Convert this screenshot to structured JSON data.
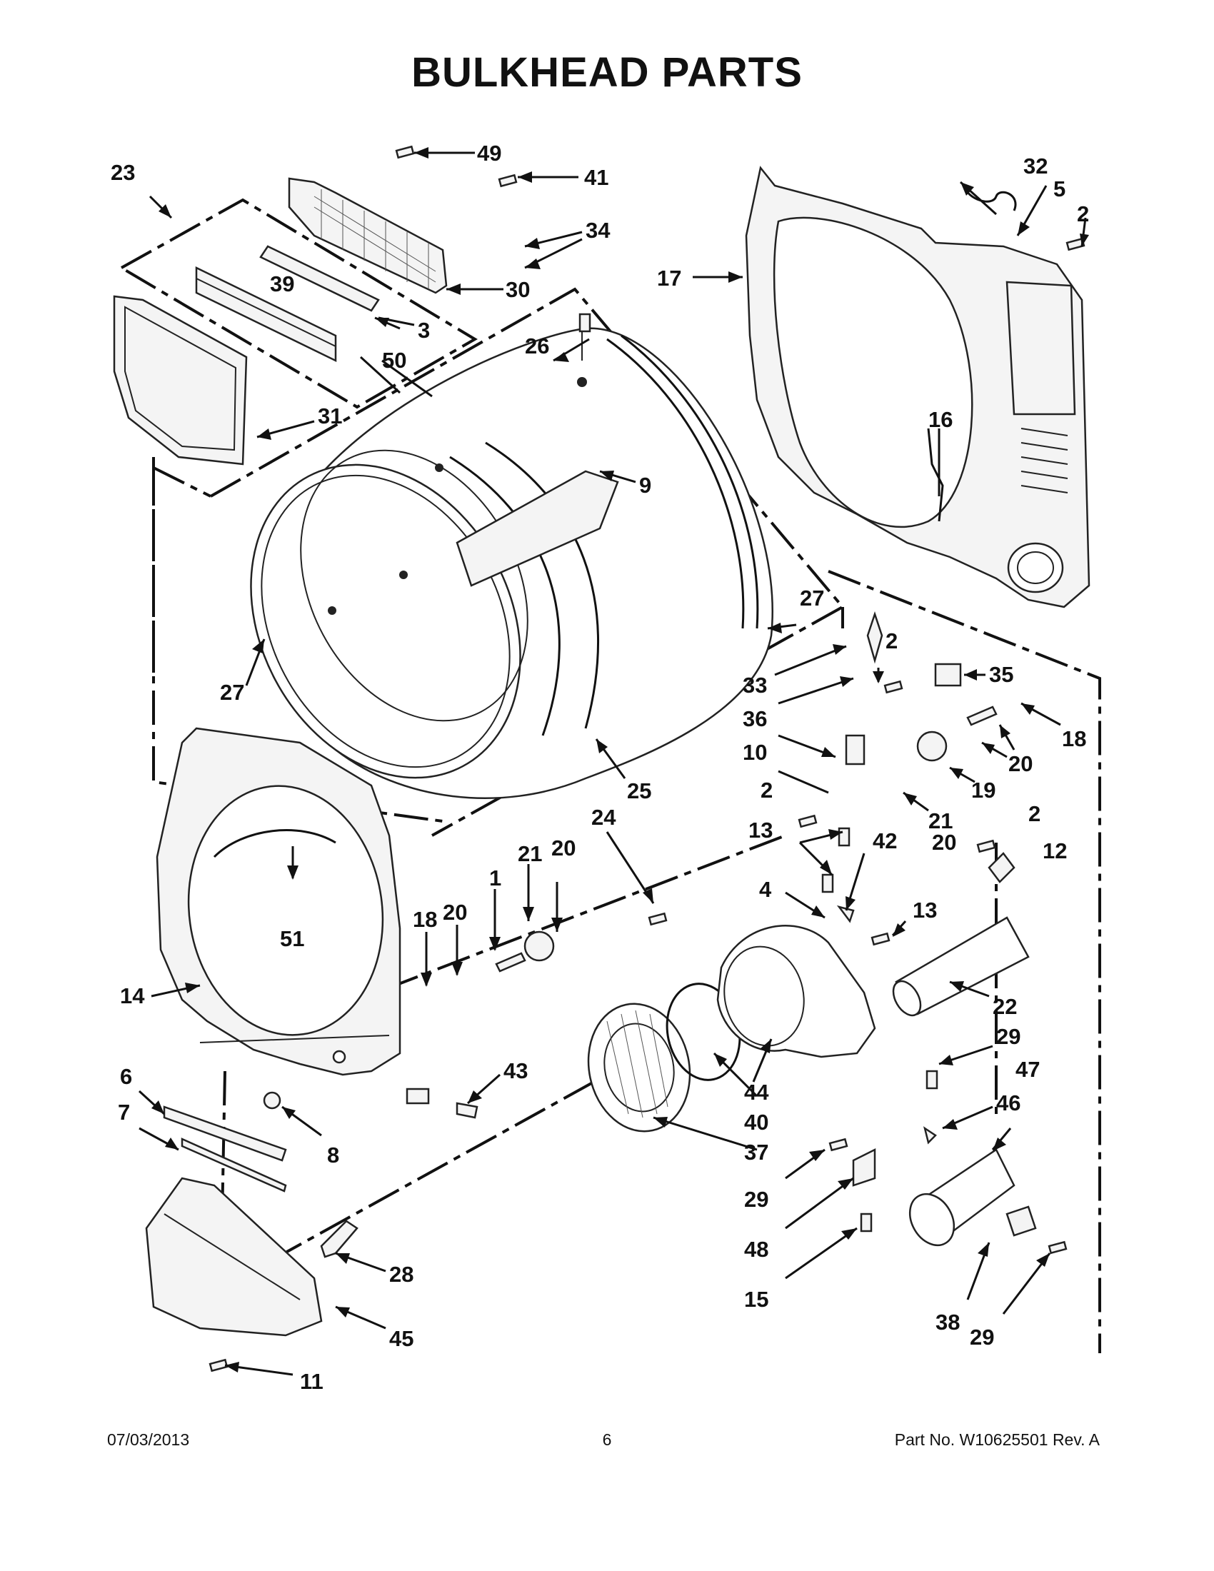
{
  "title": "BULKHEAD PARTS",
  "footer": {
    "date": "07/03/2013",
    "page": "6",
    "part_no": "Part No.  W10625501  Rev.  A"
  },
  "callouts": [
    "49",
    "41",
    "34",
    "30",
    "23",
    "39",
    "3",
    "50",
    "31",
    "26",
    "9",
    "27",
    "27",
    "25",
    "32",
    "5",
    "2",
    "17",
    "16",
    "33",
    "2",
    "35",
    "36",
    "18",
    "20",
    "10",
    "19",
    "2",
    "21",
    "20",
    "24",
    "20",
    "21",
    "1",
    "20",
    "18",
    "51",
    "14",
    "13",
    "42",
    "4",
    "13",
    "2",
    "12",
    "22",
    "29",
    "47",
    "46",
    "6",
    "43",
    "7",
    "8",
    "44",
    "40",
    "37",
    "29",
    "48",
    "15",
    "28",
    "45",
    "11",
    "38",
    "29"
  ]
}
